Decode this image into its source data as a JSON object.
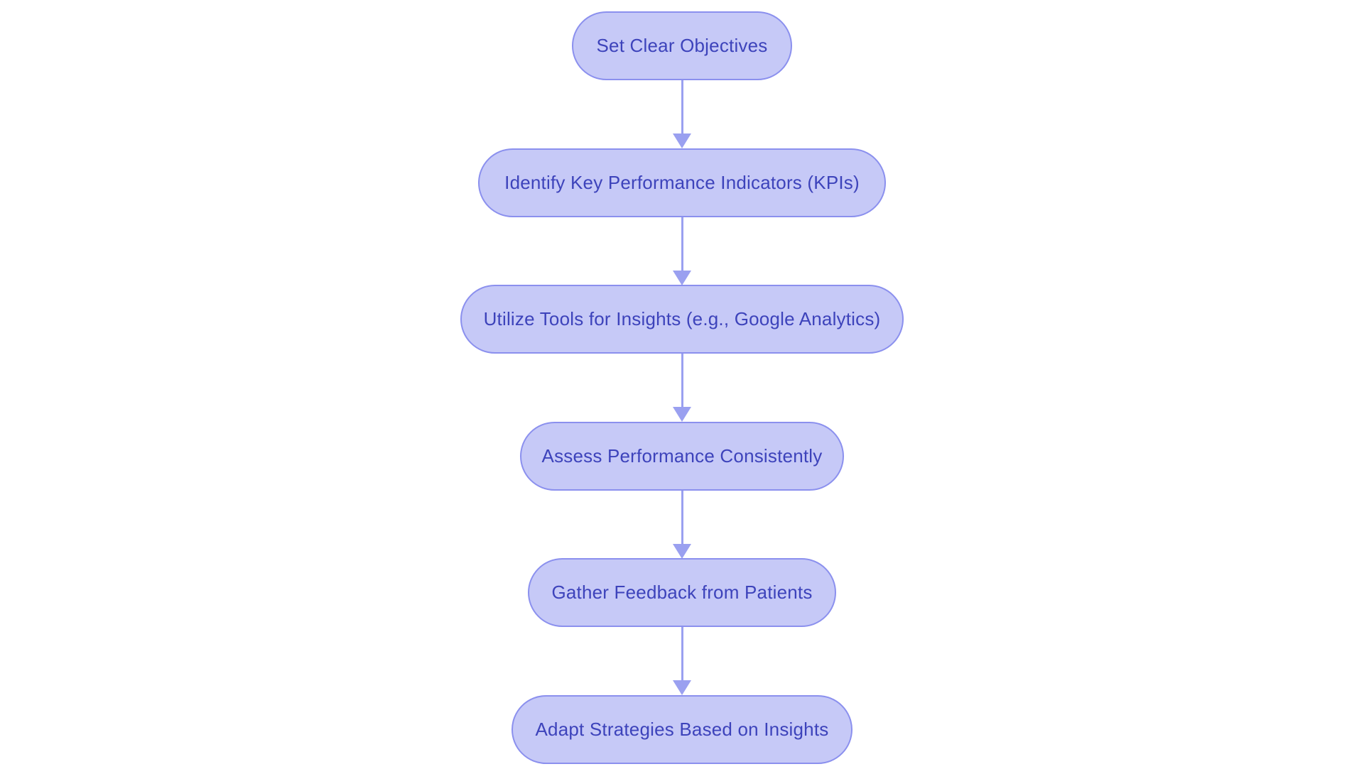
{
  "diagram": {
    "type": "flowchart",
    "direction": "top-down",
    "background": "#ffffff",
    "colors": {
      "node_fill": "#c6c9f7",
      "node_border": "#8b90ee",
      "node_text": "#3d43bb",
      "arrow": "#9aa0f0"
    },
    "nodes": [
      {
        "id": "n1",
        "label": "Set Clear Objectives"
      },
      {
        "id": "n2",
        "label": "Identify Key Performance Indicators (KPIs)"
      },
      {
        "id": "n3",
        "label": "Utilize Tools for Insights (e.g., Google Analytics)"
      },
      {
        "id": "n4",
        "label": "Assess Performance Consistently"
      },
      {
        "id": "n5",
        "label": "Gather Feedback from Patients"
      },
      {
        "id": "n6",
        "label": "Adapt Strategies Based on Insights"
      }
    ],
    "edges": [
      {
        "from": "n1",
        "to": "n2"
      },
      {
        "from": "n2",
        "to": "n3"
      },
      {
        "from": "n3",
        "to": "n4"
      },
      {
        "from": "n4",
        "to": "n5"
      },
      {
        "from": "n5",
        "to": "n6"
      }
    ]
  }
}
